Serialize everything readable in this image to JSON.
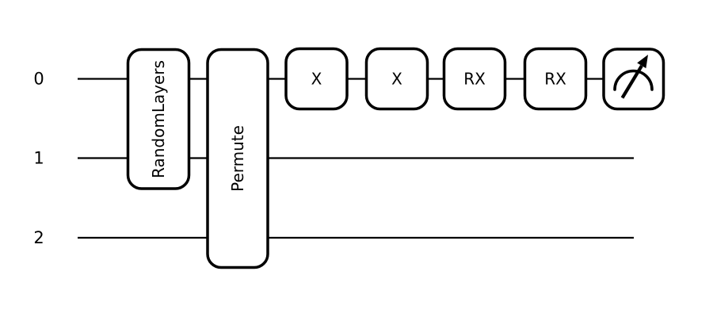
{
  "circuit": {
    "description": "quantum-circuit-diagram",
    "colors": {
      "stroke": "#000000",
      "gate_fill": "#ffffff",
      "background": "#ffffff"
    },
    "wires": [
      {
        "label": "0"
      },
      {
        "label": "1"
      },
      {
        "label": "2"
      }
    ],
    "gates": [
      {
        "label": "RandomLayers",
        "wires": [
          "0",
          "1"
        ],
        "column": 1,
        "orientation": "vertical-text"
      },
      {
        "label": "Permute",
        "wires": [
          "0",
          "1",
          "2"
        ],
        "column": 2,
        "orientation": "vertical-text"
      },
      {
        "label": "X",
        "wires": [
          "0"
        ],
        "column": 3,
        "orientation": "horizontal-text"
      },
      {
        "label": "X",
        "wires": [
          "0"
        ],
        "column": 4,
        "orientation": "horizontal-text"
      },
      {
        "label": "RX",
        "wires": [
          "0"
        ],
        "column": 5,
        "orientation": "horizontal-text"
      },
      {
        "label": "RX",
        "wires": [
          "0"
        ],
        "column": 6,
        "orientation": "horizontal-text"
      }
    ],
    "measurement": {
      "wire": "0",
      "column": 7,
      "icon": "measurement-gauge-icon"
    }
  }
}
